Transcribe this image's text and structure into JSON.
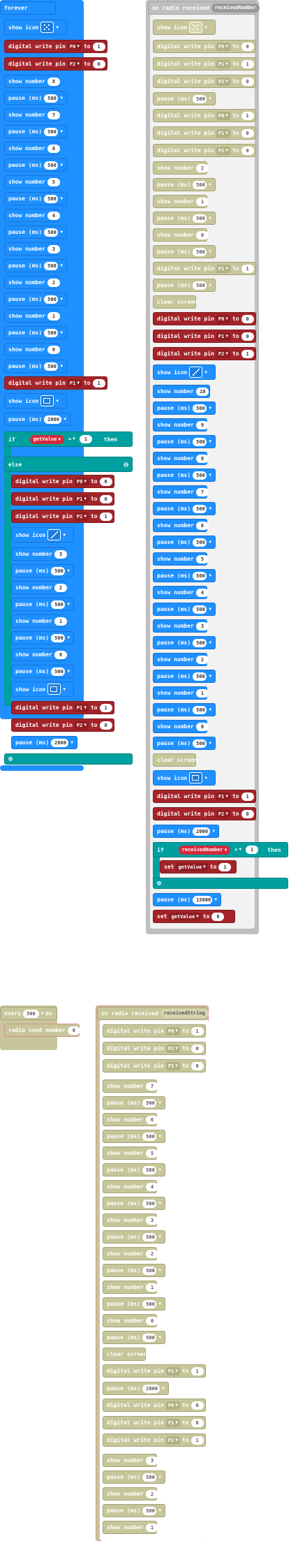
{
  "colors": {
    "basic": "#1e90ff",
    "pins": "#a4242a",
    "logic": "#00a0a0",
    "disabled": "#c7c69a",
    "disabled_event": "#bfbfbf",
    "variable": "#d42a3c"
  },
  "icons": {
    "small_diamond": "small-diamond-icon",
    "square_outline": "square-outline-icon",
    "diagonal_line": "diagonal-icon",
    "dropdown": "chevron-down-icon",
    "add": "plus-icon",
    "remove": "minus-icon"
  },
  "labels": {
    "forever": "forever",
    "on_radio_received": "on radio received",
    "every": "every",
    "ms": "ms",
    "show_icon": "show icon",
    "digital_write_pin": "digital write pin",
    "to": "to",
    "show_number": "show number",
    "pause_ms": "pause (ms)",
    "clear_screen": "clear screen",
    "if": "if",
    "then": "then",
    "else": "else",
    "set": "set",
    "radio_send_number": "radio send number",
    "eq": "=",
    "arrow": "▼",
    "minus": "⊖",
    "plus": "⊕"
  },
  "variables": {
    "getValue": "getValue",
    "receivedNumber": "receivedNumber",
    "receivedString": "receivedString"
  },
  "pins": {
    "p0": "P0",
    "p1": "P1",
    "p2": "P2"
  },
  "numbers": {
    "n0": "0",
    "n1": "1",
    "n2": "2",
    "n3": "3",
    "n4": "4",
    "n5": "5",
    "n6": "6",
    "n7": "7",
    "n8": "8",
    "n9": "9",
    "n10": "10",
    "n500": "500",
    "n2000": "2000",
    "n15000": "15000"
  }
}
